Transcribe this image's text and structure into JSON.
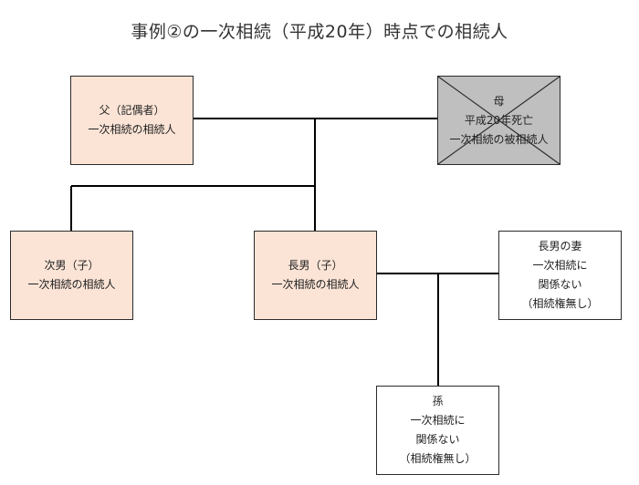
{
  "title": "事例②の一次相続（平成20年）時点での相続人",
  "nodes": {
    "father": {
      "lines": [
        "父（記偶者）",
        "一次相続の相続人"
      ]
    },
    "mother": {
      "lines": [
        "母",
        "平成20年死亡",
        "一次相続の被相続人"
      ]
    },
    "second_son": {
      "lines": [
        "次男（子）",
        "一次相続の相続人"
      ]
    },
    "eldest_son": {
      "lines": [
        "長男（子）",
        "一次相続の相続人"
      ]
    },
    "eldest_son_wife": {
      "lines": [
        "長男の妻",
        "一次相続に",
        "関係ない",
        "（相続権無し）"
      ]
    },
    "grandchild": {
      "lines": [
        "孫",
        "一次相続に",
        "関係ない",
        "（相続権無し）"
      ]
    }
  },
  "colors": {
    "heir_fill": "#fbe4d6",
    "deceased_fill": "#bfbfbf",
    "other_fill": "#ffffff",
    "line": "#000000"
  }
}
